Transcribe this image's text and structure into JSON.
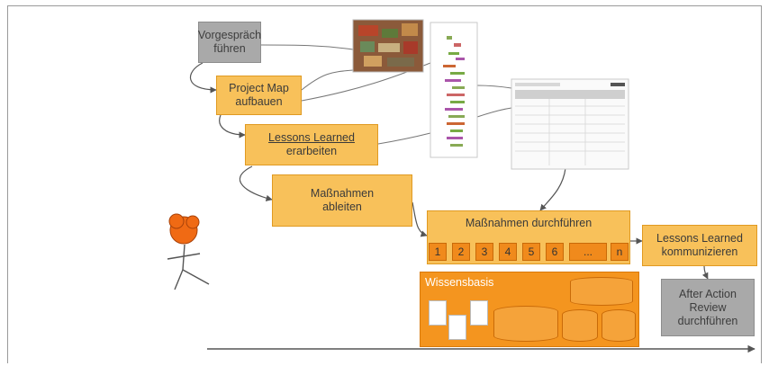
{
  "steps": {
    "vorgespraech": "Vorgespräch\nführen",
    "project_map": "Project Map\naufbauen",
    "lessons_learned_title": "Lessons Learned",
    "lessons_learned_sub": "erarbeiten",
    "massnahmen_ableiten": "Maßnahmen\nableiten",
    "massnahmen_durchfuehren": "Maßnahmen durchführen",
    "lessons_kommunizieren": "Lessons Learned\nkommunizieren",
    "after_action_review": "After Action\nReview\ndurchführen",
    "wissensbasis": "Wissensbasis"
  },
  "measure_numbers": [
    "1",
    "2",
    "3",
    "4",
    "5",
    "6",
    "...",
    "n"
  ],
  "colors": {
    "gray_box": "#a9a9a9",
    "orange_box": "#f8c15a",
    "dark_orange": "#f08a1c",
    "connector": "#555555",
    "figure": "#f06a14"
  }
}
